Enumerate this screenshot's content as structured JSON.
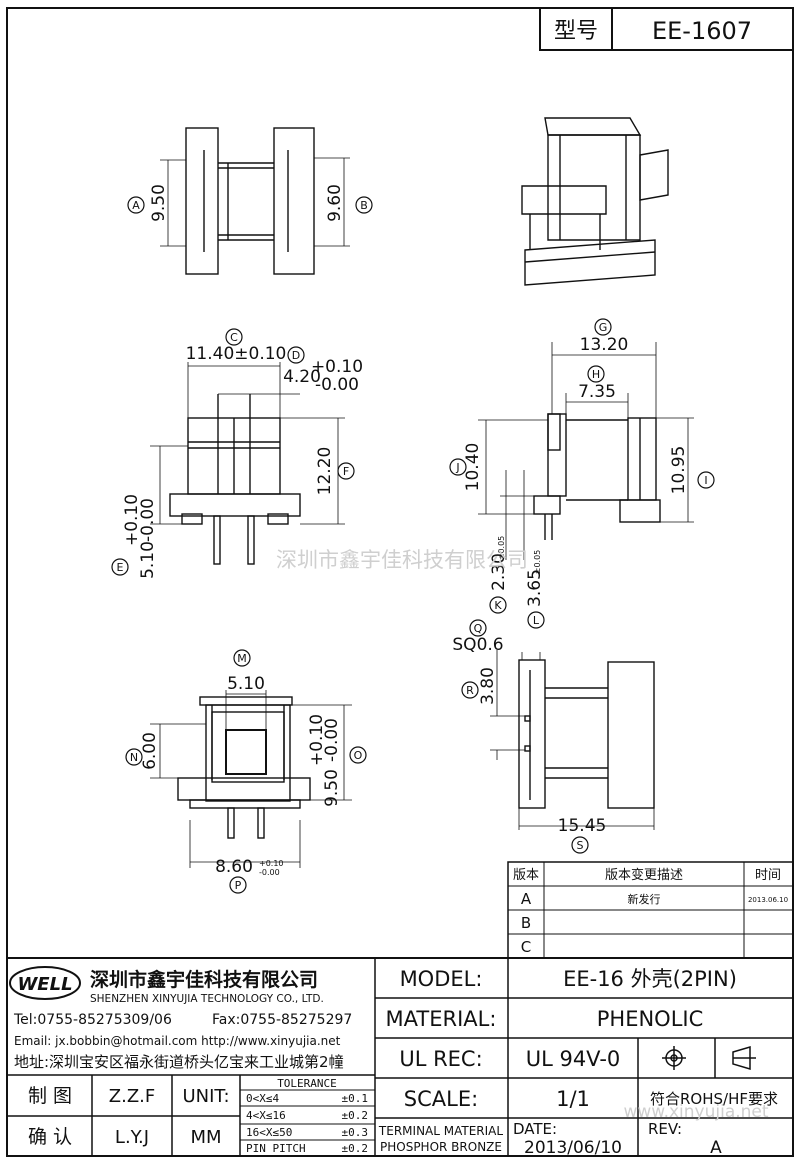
{
  "header": {
    "model_label_cn": "型号",
    "model_code": "EE-1607"
  },
  "watermark": {
    "company_cn": "深圳市鑫宇佳科技有限公司",
    "url": "www.xinyujia.net"
  },
  "dimensions": {
    "A": "9.50",
    "B": "9.60",
    "C": "11.40±0.10",
    "D_base": "4.20",
    "D_tol_plus": "+0.10",
    "D_tol_minus": "-0.00",
    "E": "5.10",
    "E_tol_plus": "+0.10",
    "E_tol_minus": "-0.00",
    "F": "12.20",
    "G": "13.20",
    "H": "7.35",
    "I": "10.95",
    "J": "10.40",
    "K": "2.30",
    "K_tol": "±0.05",
    "L": "3.65",
    "L_tol": "±0.05",
    "M": "5.10",
    "N": "6.00",
    "O": "9.50",
    "O_tol_plus": "+0.10",
    "O_tol_minus": "-0.00",
    "P": "8.60",
    "P_tol_plus": "+0.10",
    "P_tol_minus": "-0.00",
    "Q": "SQ0.6",
    "R": "3.80",
    "S": "15.45"
  },
  "circle_labels": [
    "A",
    "B",
    "C",
    "D",
    "E",
    "F",
    "G",
    "H",
    "I",
    "J",
    "K",
    "L",
    "M",
    "N",
    "O",
    "P",
    "Q",
    "R",
    "S"
  ],
  "revision_table": {
    "headers": [
      "版本",
      "版本变更描述",
      "时间"
    ],
    "rows": [
      {
        "version": "A",
        "desc": "新发行",
        "date": "2013.06.10"
      },
      {
        "version": "B",
        "desc": "",
        "date": ""
      },
      {
        "version": "C",
        "desc": "",
        "date": ""
      }
    ]
  },
  "company": {
    "logo_text": "WELL",
    "name_cn": "深圳市鑫宇佳科技有限公司",
    "name_en": "SHENZHEN XINYUJIA TECHNOLOGY CO., LTD.",
    "tel": "Tel:0755-85275309/06",
    "fax": "Fax:0755-85275297",
    "email": "Email: jx.bobbin@hotmail.com http://www.xinyujia.net",
    "address": "地址:深圳宝安区福永街道桥头亿宝来工业城第2幢"
  },
  "title_block": {
    "model_label": "MODEL:",
    "model_value": "EE-16 外壳(2PIN)",
    "material_label": "MATERIAL:",
    "material_value": "PHENOLIC",
    "ulrec_label": "UL REC:",
    "ulrec_value": "UL 94V-0",
    "scale_label": "SCALE:",
    "scale_value": "1/1",
    "rohs": "符合ROHS/HF要求",
    "terminal_material_1": "TERMINAL MATERIAL",
    "terminal_material_2": "PHOSPHOR BRONZE",
    "date_label": "DATE:",
    "date_value": "2013/06/10",
    "rev_label": "REV:",
    "rev_value": "A",
    "draw_label": "制 图",
    "draw_value": "Z.Z.F",
    "check_label": "确 认",
    "check_value": "L.Y.J",
    "unit_label": "UNIT:",
    "unit_value": "MM",
    "tolerance_title": "TOLERANCE",
    "tolerance_rows": [
      {
        "range": "0<X≤4",
        "tol": "±0.1"
      },
      {
        "range": "4<X≤16",
        "tol": "±0.2"
      },
      {
        "range": "16<X≤50",
        "tol": "±0.3"
      },
      {
        "range": "PIN PITCH",
        "tol": "±0.2"
      }
    ]
  }
}
